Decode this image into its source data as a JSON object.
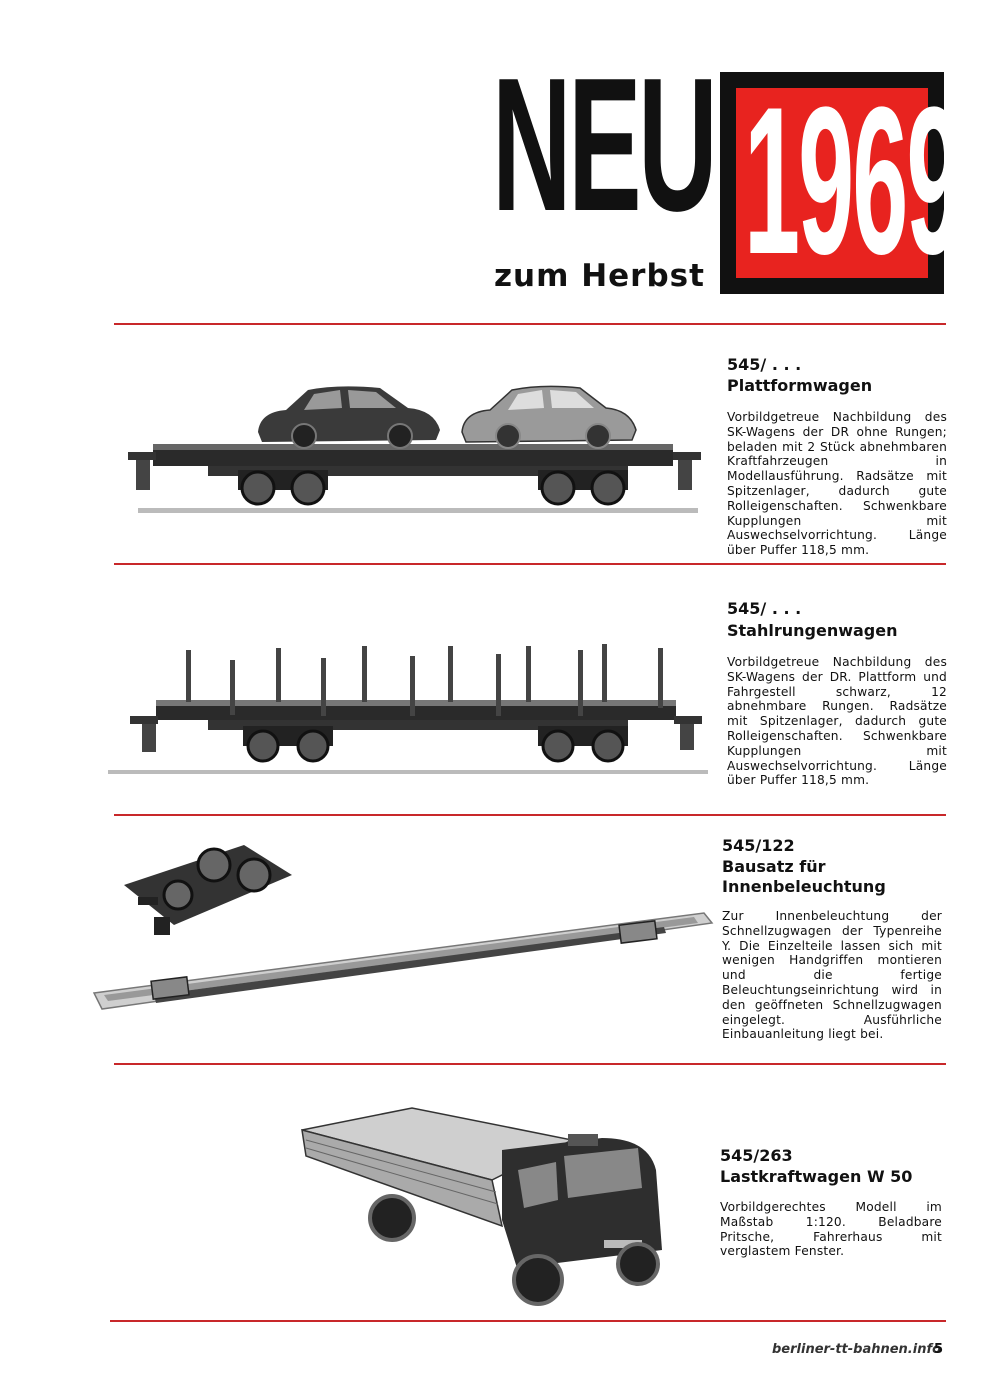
{
  "header": {
    "title": "NEU",
    "subtitle": "zum Herbst",
    "year": "1969"
  },
  "products": [
    {
      "number": "545/ . . .",
      "name": "Plattformwagen",
      "description": "Vorbildgetreue Nachbildung des SK-Wagens der DR ohne Rungen; beladen mit 2 Stück abnehmbaren Kraftfahrzeugen in Modellausführung. Radsätze mit Spitzenlager, dadurch gute Rolleigenschaften. Schwenkbare Kupplungen mit Auswechselvorrichtung. Länge über Puffer 118,5 mm."
    },
    {
      "number": "545/ . . .",
      "name": "Stahlrungenwagen",
      "description": "Vorbildgetreue Nachbildung des SK-Wagens der DR. Plattform und Fahrgestell schwarz, 12 abnehmbare Rungen. Radsätze mit Spitzenlager, dadurch gute Rolleigenschaften. Schwenkbare Kupplungen mit Auswechselvorrichtung. Länge über Puffer 118,5 mm."
    },
    {
      "number": "545/122",
      "name": "Bausatz für Innenbeleuchtung",
      "description": "Zur Innenbeleuchtung der Schnellzugwagen der Typenreihe Y. Die Einzelteile lassen sich mit wenigen Handgriffen montieren und die fertige Beleuchtungseinrichtung wird in den geöffneten Schnellzugwagen eingelegt. Ausführliche Einbauanleitung liegt bei."
    },
    {
      "number": "545/263",
      "name": "Lastkraftwagen W 50",
      "description": "Vorbildgerechtes Modell im Maßstab 1:120. Beladbare Pritsche, Fahrerhaus mit verglastem Fenster."
    }
  ],
  "footer": {
    "website": "berliner-tt-bahnen.info",
    "page_number": "5"
  },
  "colors": {
    "accent_red": "#e8231f",
    "rule_red": "#c8282a",
    "ink": "#111111"
  }
}
